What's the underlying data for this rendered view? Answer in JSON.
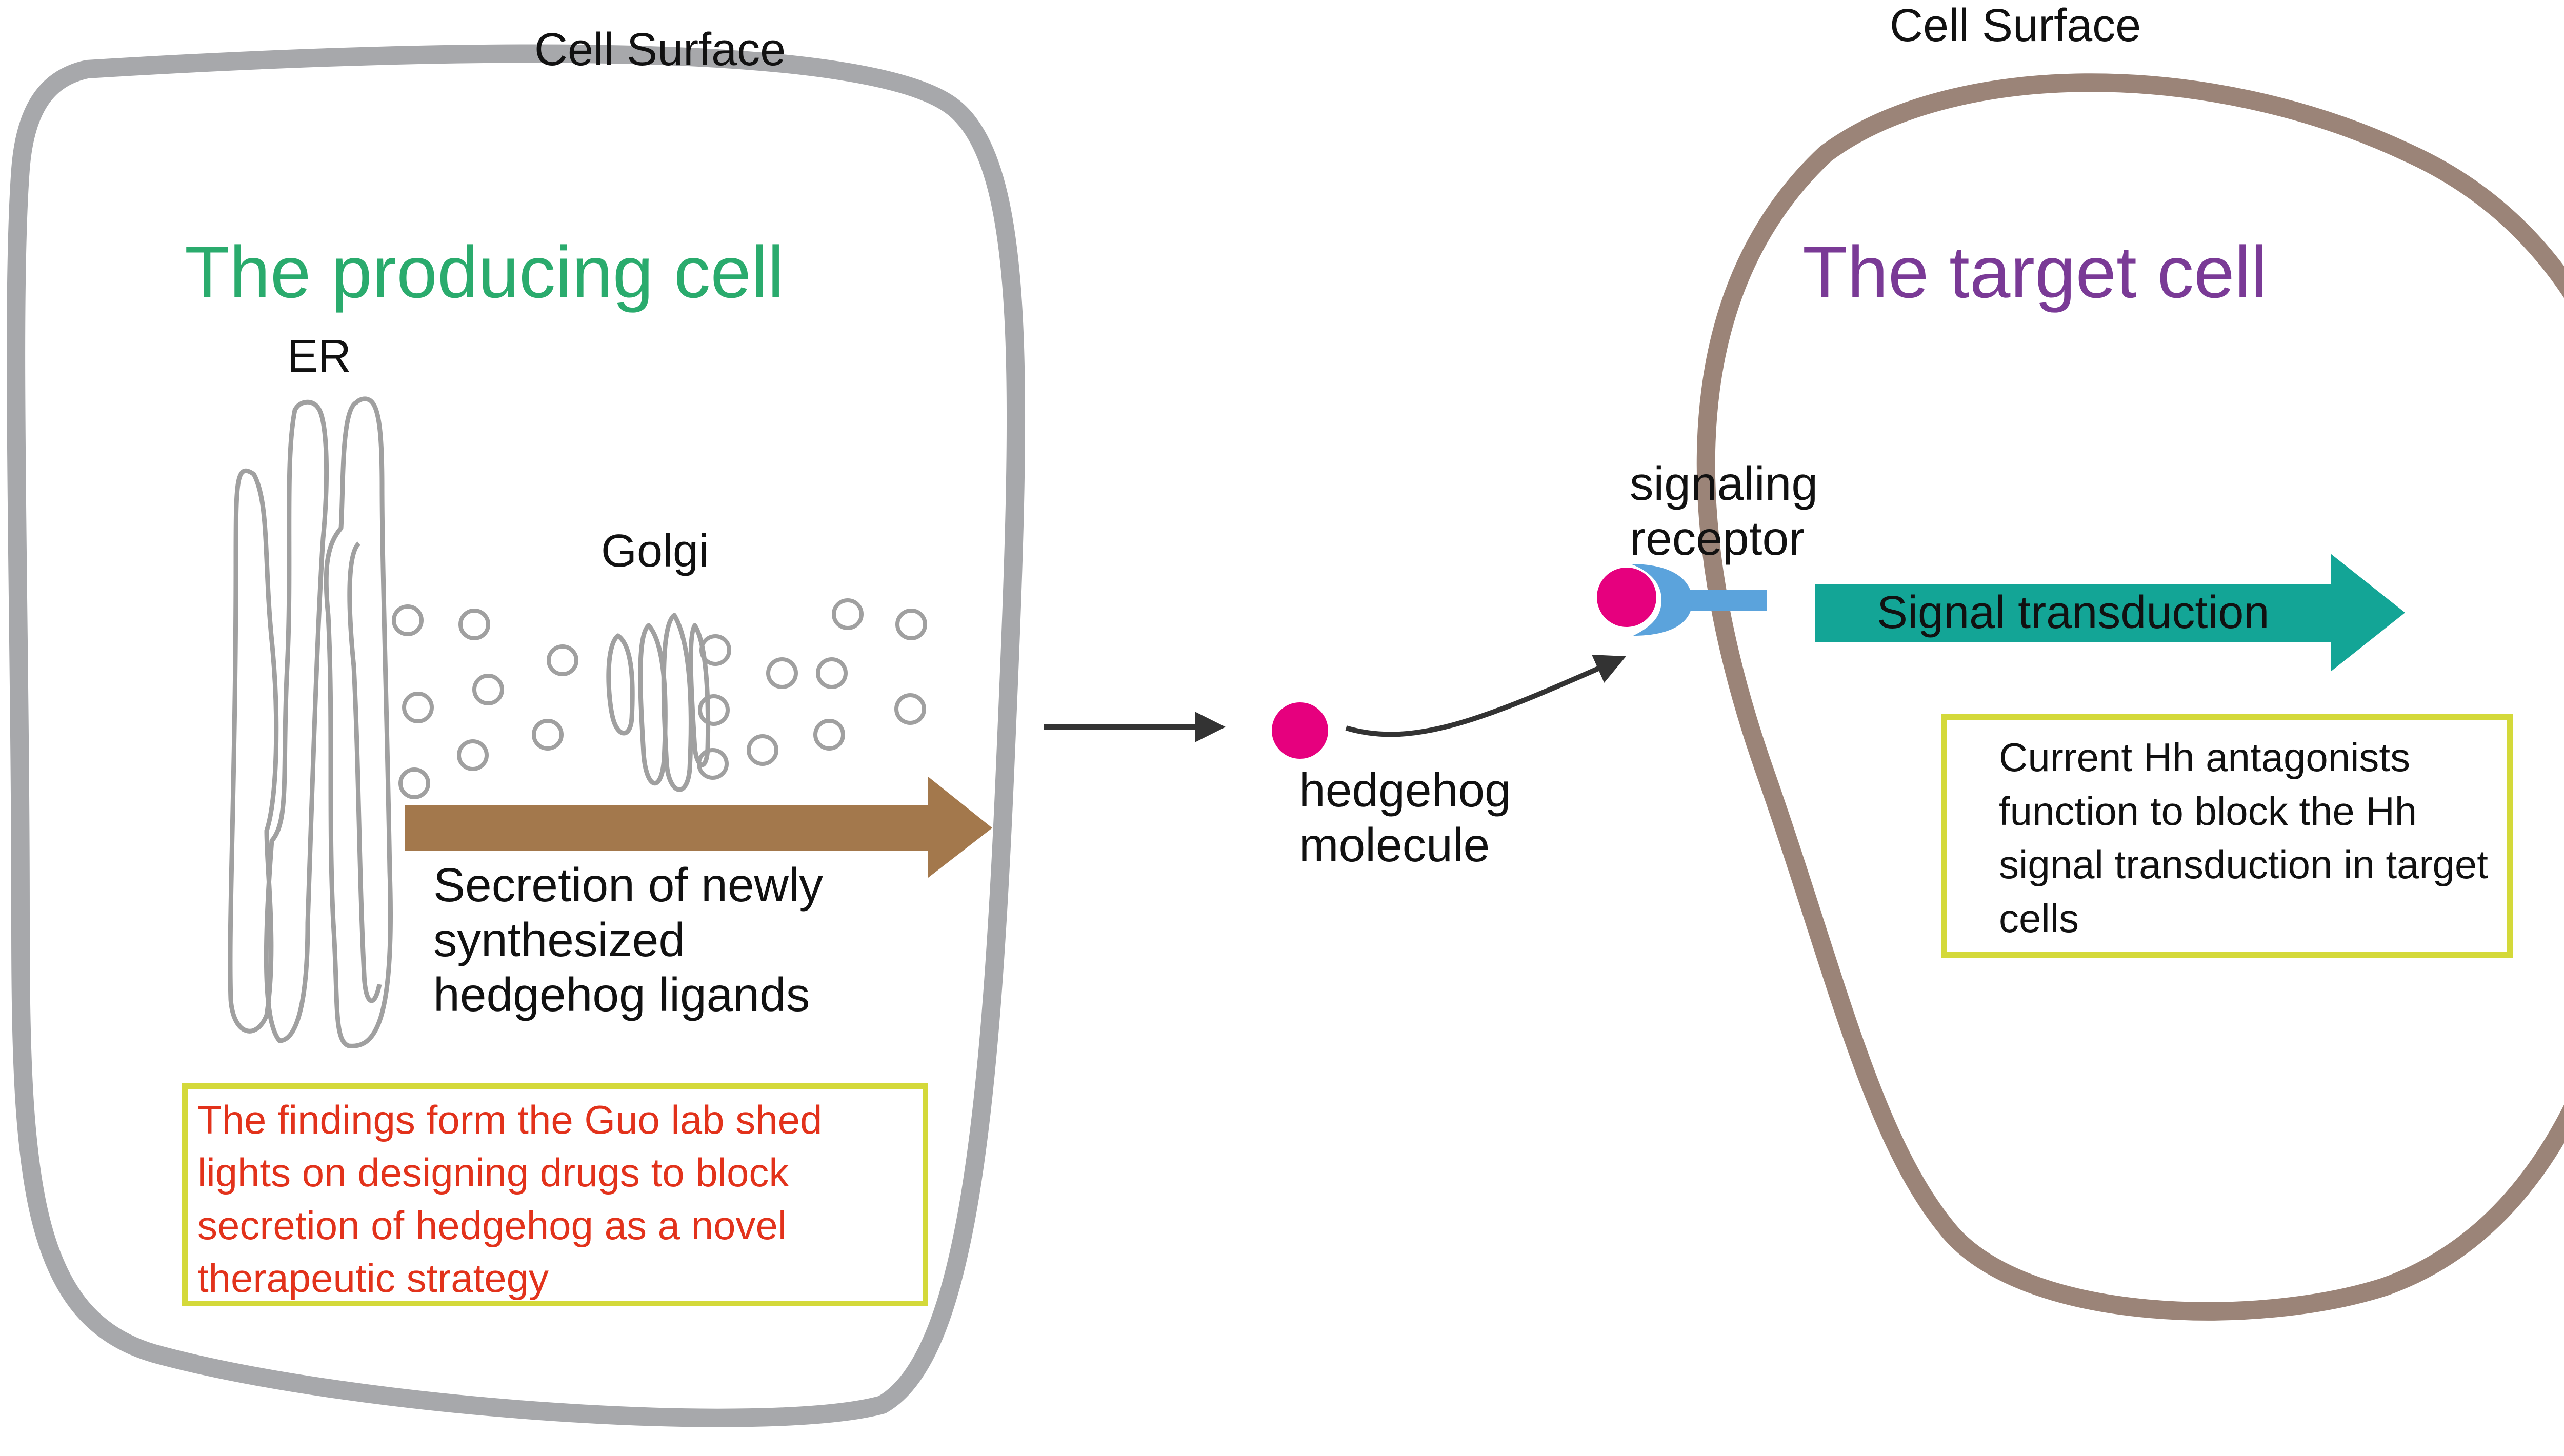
{
  "diagram": {
    "left_cell": {
      "surface_label": "Cell Surface",
      "title": "The producing cell",
      "er_label": "ER",
      "golgi_label": "Golgi",
      "secretion_label": "Secretion of newly synthesized hedgehog ligands",
      "findings_text": "The findings form the Guo lab shed lights on designing  drugs to block secretion of hedgehog as a novel therapeutic strategy"
    },
    "molecule_label": "hedgehog molecule",
    "right_cell": {
      "surface_label": "Cell Surface",
      "title": "The target cell",
      "receptor_label": "signaling receptor",
      "transduction_label": "Signal transduction",
      "antagonist_text": "Current Hh antagonists function to block the Hh signal transduction in target cells"
    }
  },
  "colors": {
    "producing_cell_membrane": "#a7a8ab",
    "target_cell_membrane": "#9b8478",
    "producing_title": "#2aab6d",
    "target_title": "#7a3a96",
    "findings_text": "#e2321b",
    "box_border": "#d4d93a",
    "secretion_arrow": "#a3784c",
    "transduction_arrow": "#13a596",
    "hedgehog_molecule": "#e6007e",
    "receptor": "#5ba3dc",
    "organelle_outline": "#a0a0a0"
  },
  "icons": {
    "producing_cell": "cell-membrane-shape",
    "er": "endoplasmic-reticulum-icon",
    "golgi": "golgi-apparatus-icon",
    "vesicles": "vesicle-circles",
    "molecule": "hedgehog-molecule-dot",
    "receptor": "receptor-icon"
  }
}
